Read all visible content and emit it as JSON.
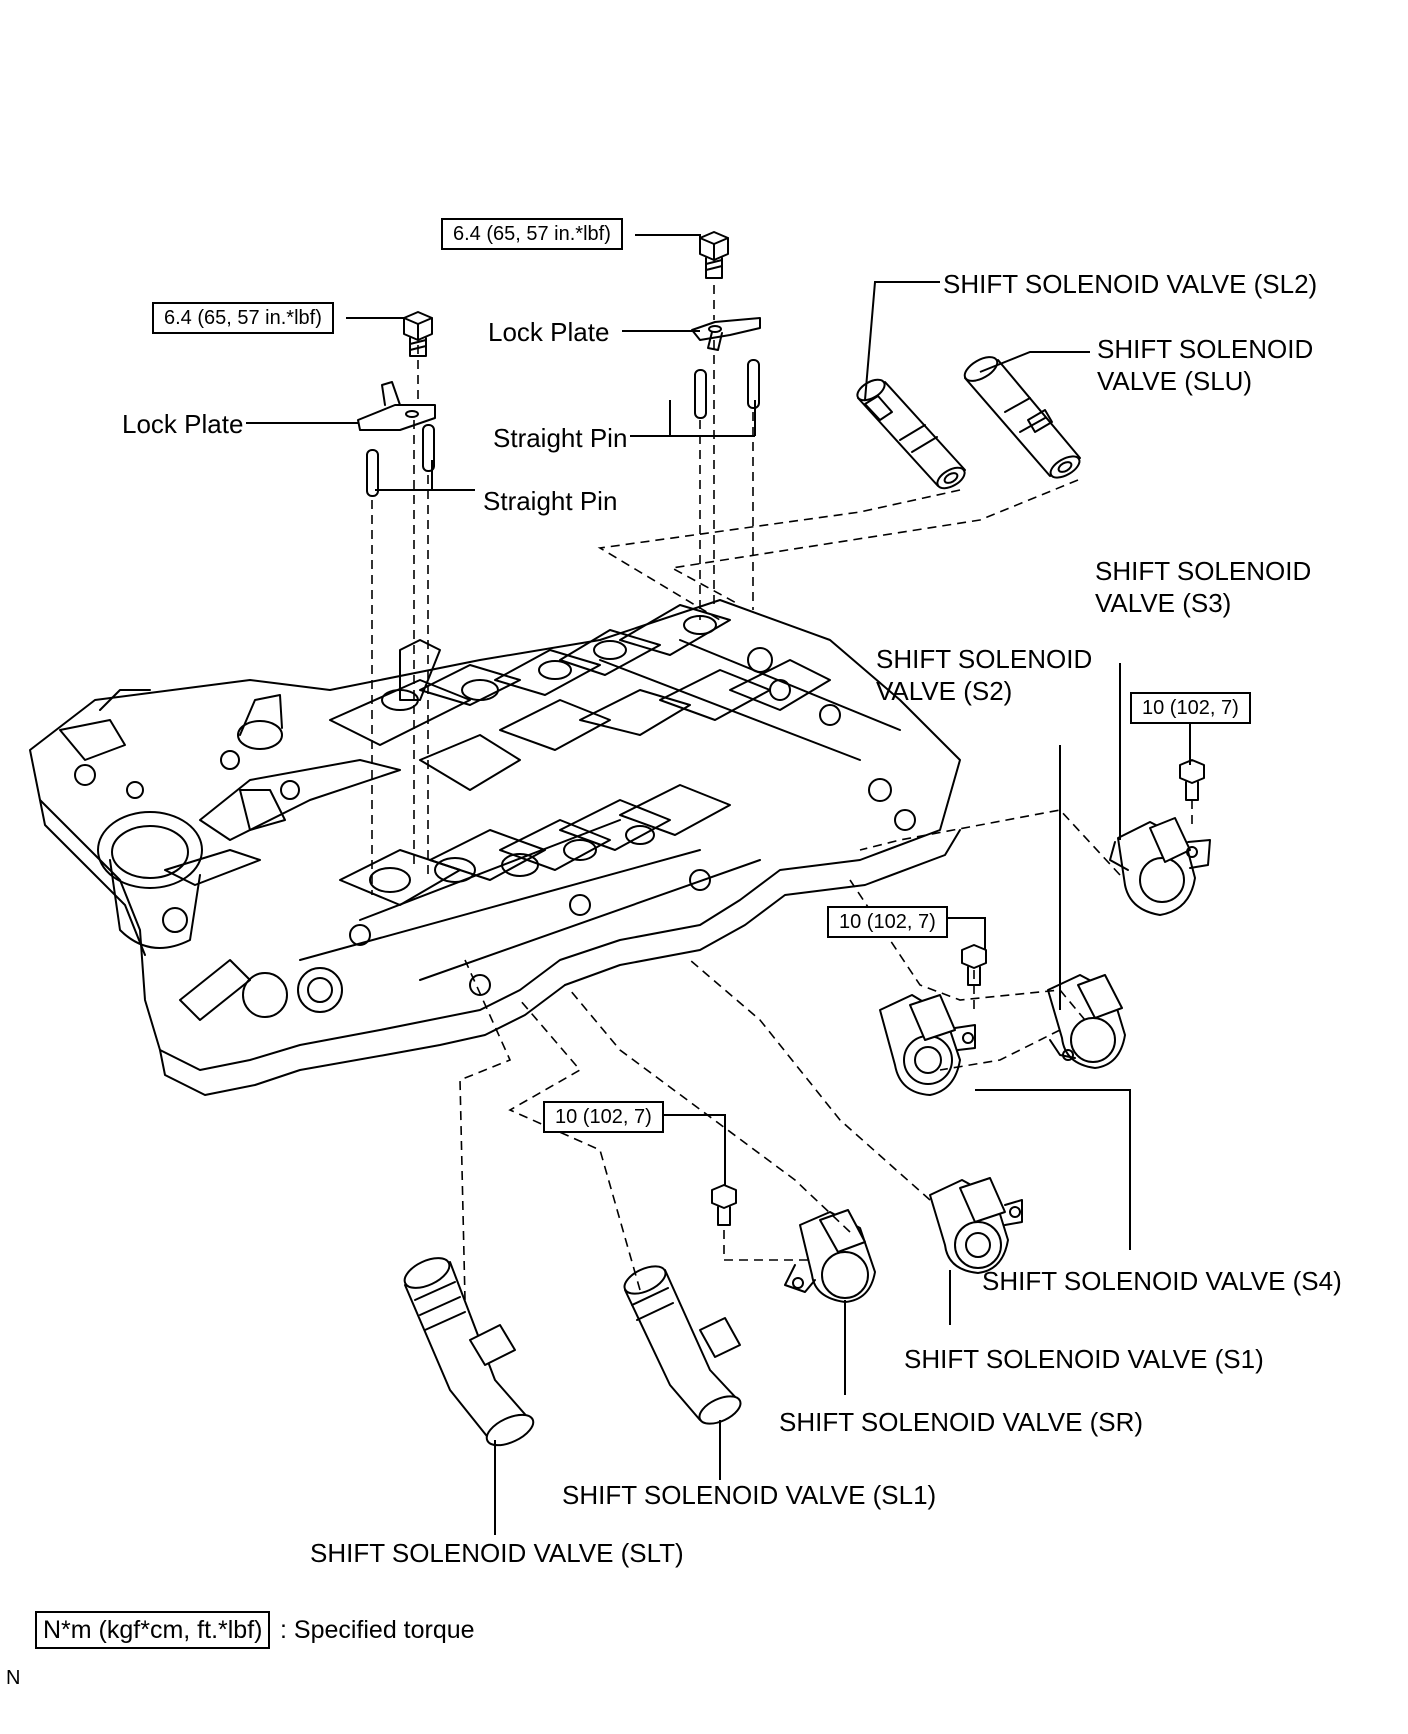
{
  "torque_labels": {
    "upper_left": "6.4 (65, 57 in.*lbf)",
    "upper_center": "6.4 (65, 57 in.*lbf)",
    "s3_bolt": "10 (102, 7)",
    "s1_bolt": "10 (102, 7)",
    "sr_bolt": "10 (102, 7)"
  },
  "part_labels": {
    "lock_plate_left": "Lock Plate",
    "lock_plate_center": "Lock Plate",
    "straight_pin_left": "Straight Pin",
    "straight_pin_center": "Straight Pin",
    "sl2": "SHIFT SOLENOID VALVE (SL2)",
    "slu": "SHIFT SOLENOID VALVE (SLU)",
    "s3": "SHIFT SOLENOID VALVE (S3)",
    "s2": "SHIFT SOLENOID VALVE (S2)",
    "s4": "SHIFT SOLENOID VALVE (S4)",
    "s1": "SHIFT SOLENOID VALVE (S1)",
    "sr": "SHIFT SOLENOID VALVE (SR)",
    "sl1": "SHIFT SOLENOID VALVE (SL1)",
    "slt": "SHIFT SOLENOID VALVE (SLT)"
  },
  "legend": {
    "unit_box": "N*m (kgf*cm, ft.*lbf)",
    "description": ": Specified torque"
  },
  "figure_code": "N"
}
